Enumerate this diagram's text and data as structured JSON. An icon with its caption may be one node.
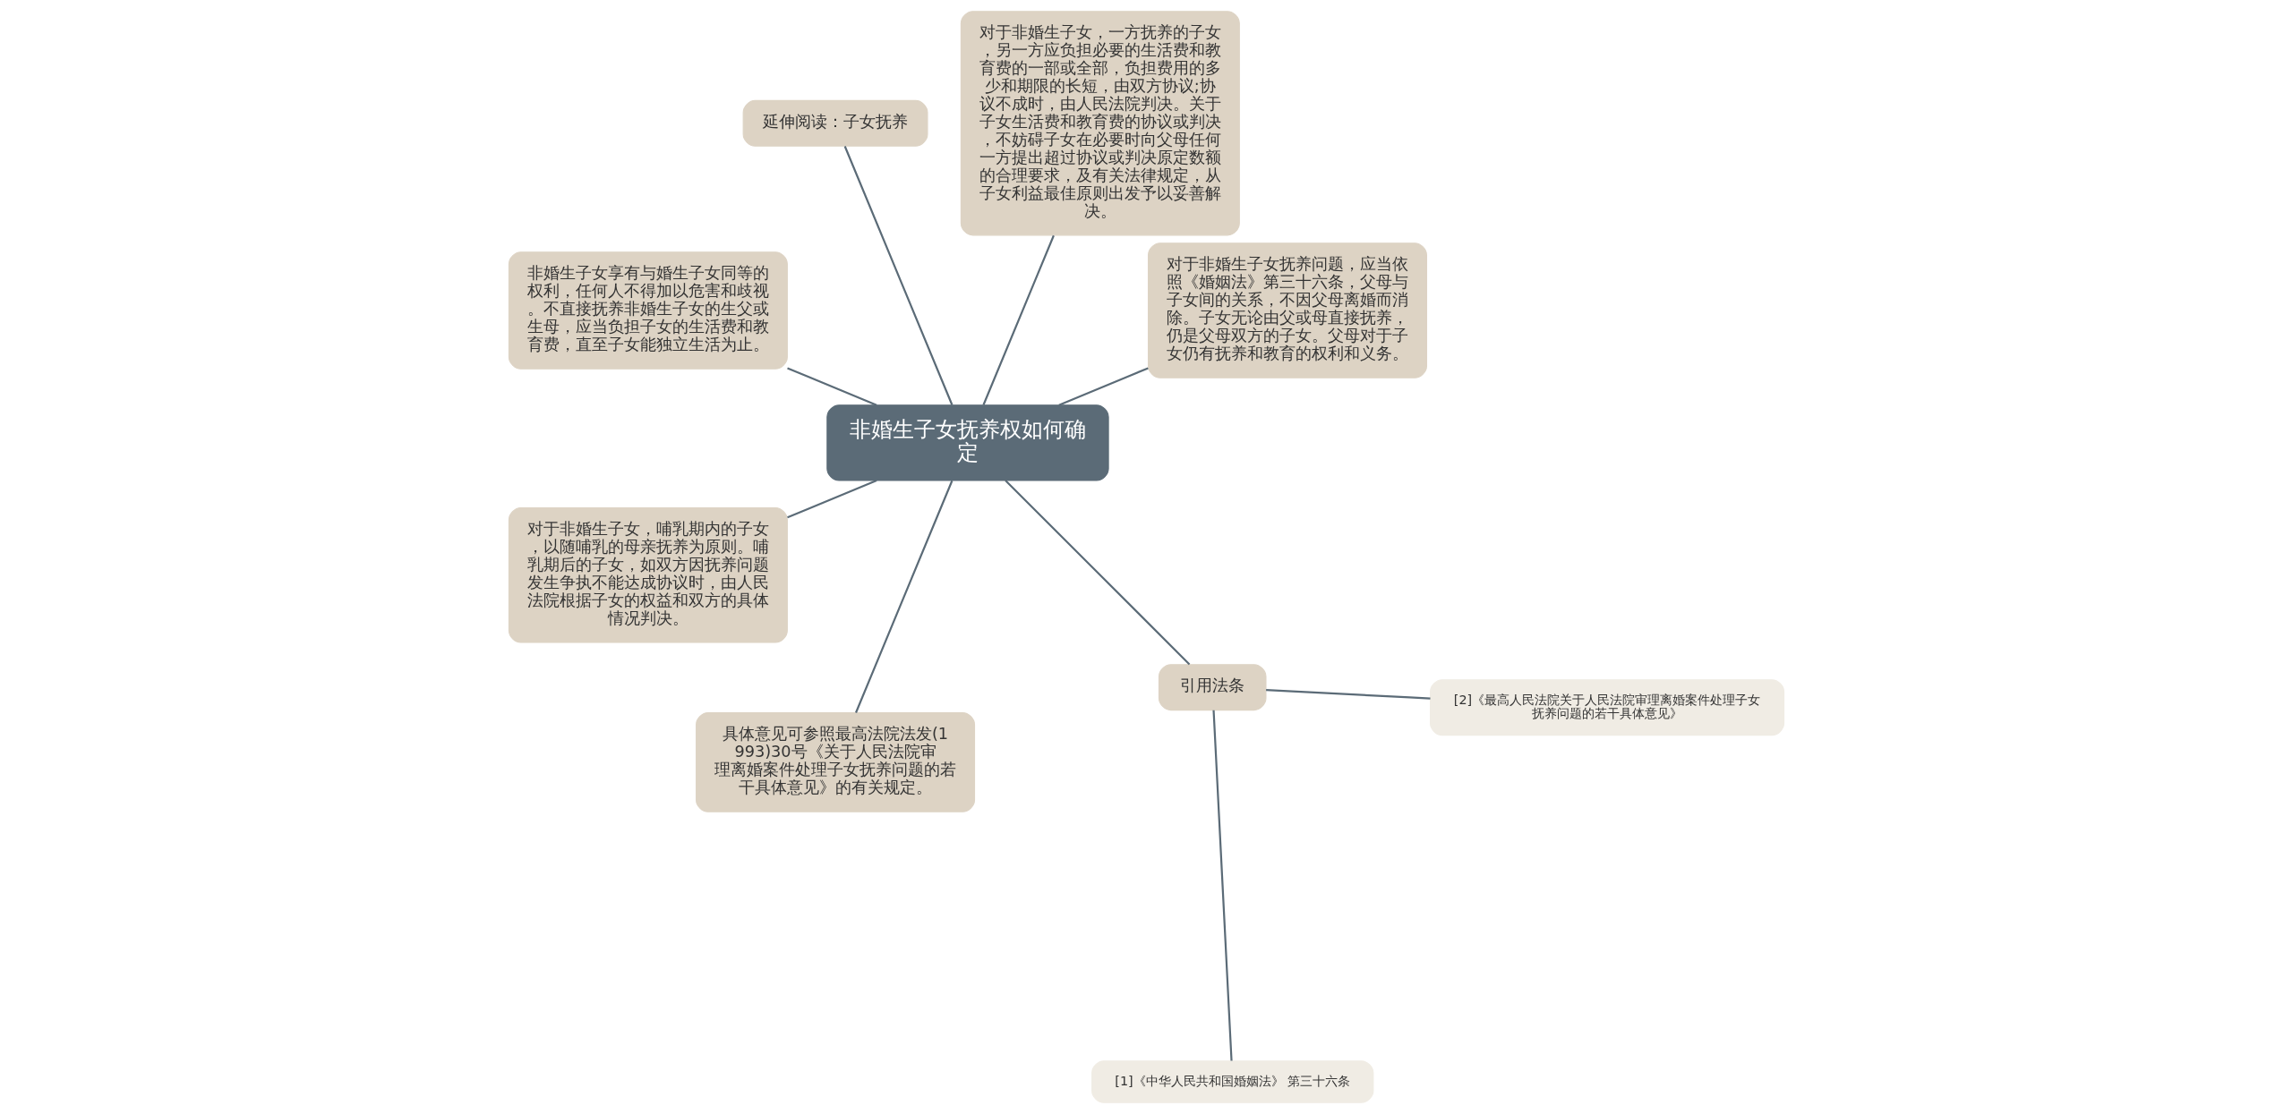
{
  "diagram": {
    "nodes": [
      {
        "text": [
          "非婚生子女抚养权如何确定"
        ]
      },
      {
        "text": [
          "对于非婚生子女抚养问题，应当依照《婚姻法》第三十六条，父母与子女间的关系，不因父母离婚而消除。子女无论由父或母直接抚养，仍是父母双方的子女。父母对于子女仍有抚养和教育的权利和义务。"
        ]
      },
      {
        "text": [
          "对于非婚生子女，一方抚养的子女，另一方应负担必要的生活费和教育费的一部或全部，负担费用的多少和期限的长短，由双方协议;协议不成时，由人民法院判决。关于子女生活费和教育费的协议或判决，不妨碍子女在必要时向父母任何一方提出超过协议或判决原定数额的合理要求，及有关法律规定，从子女利益最佳原则出发予以妥善解决。"
        ]
      },
      {
        "text": [
          "延伸阅读：子女抚养"
        ]
      },
      {
        "text": [
          "非婚生子女享有与婚生子女同等的权利，任何人不得加以危害和歧视。不直接抚养非婚生子女的生父或生母，应当负担子女的生活费和教育费，直至子女能独立生活为止。"
        ]
      },
      {
        "text": [
          "对于非婚生子女，哺乳期内的子女，以随哺乳的母亲抚养为原则。哺乳期后的子女，如双方因抚养问题发生争执不能达成协议时，由人民法院根据子女的权益和双方的具体情况判决。"
        ]
      },
      {
        "text": [
          "具体意见可参照最高法院法发(1993)30号《关于人民法院审理离婚案件处理子女抚养问题的若干具体意见》的有关规定。"
        ]
      },
      {
        "text": [
          "引用法条"
        ]
      },
      {
        "text": [
          "[1]《中华人民共和国婚姻法》 第三十六条"
        ]
      },
      {
        "text": [
          "[2]《最高人民法院关于人民法院审理离婚案件处理子女抚养问题的若干具体意见》"
        ]
      }
    ],
    "edges": [
      {
        "from": 0,
        "to": 1,
        "arrow": "none"
      },
      {
        "from": 0,
        "to": 2,
        "arrow": "none"
      },
      {
        "from": 0,
        "to": 3,
        "arrow": "none"
      },
      {
        "from": 0,
        "to": 4,
        "arrow": "none"
      },
      {
        "from": 0,
        "to": 5,
        "arrow": "none"
      },
      {
        "from": 0,
        "to": 6,
        "arrow": "none"
      },
      {
        "from": 0,
        "to": 7,
        "arrow": "none"
      },
      {
        "from": 7,
        "to": 8,
        "arrow": "none"
      },
      {
        "from": 7,
        "to": 9,
        "arrow": "none"
      }
    ]
  }
}
